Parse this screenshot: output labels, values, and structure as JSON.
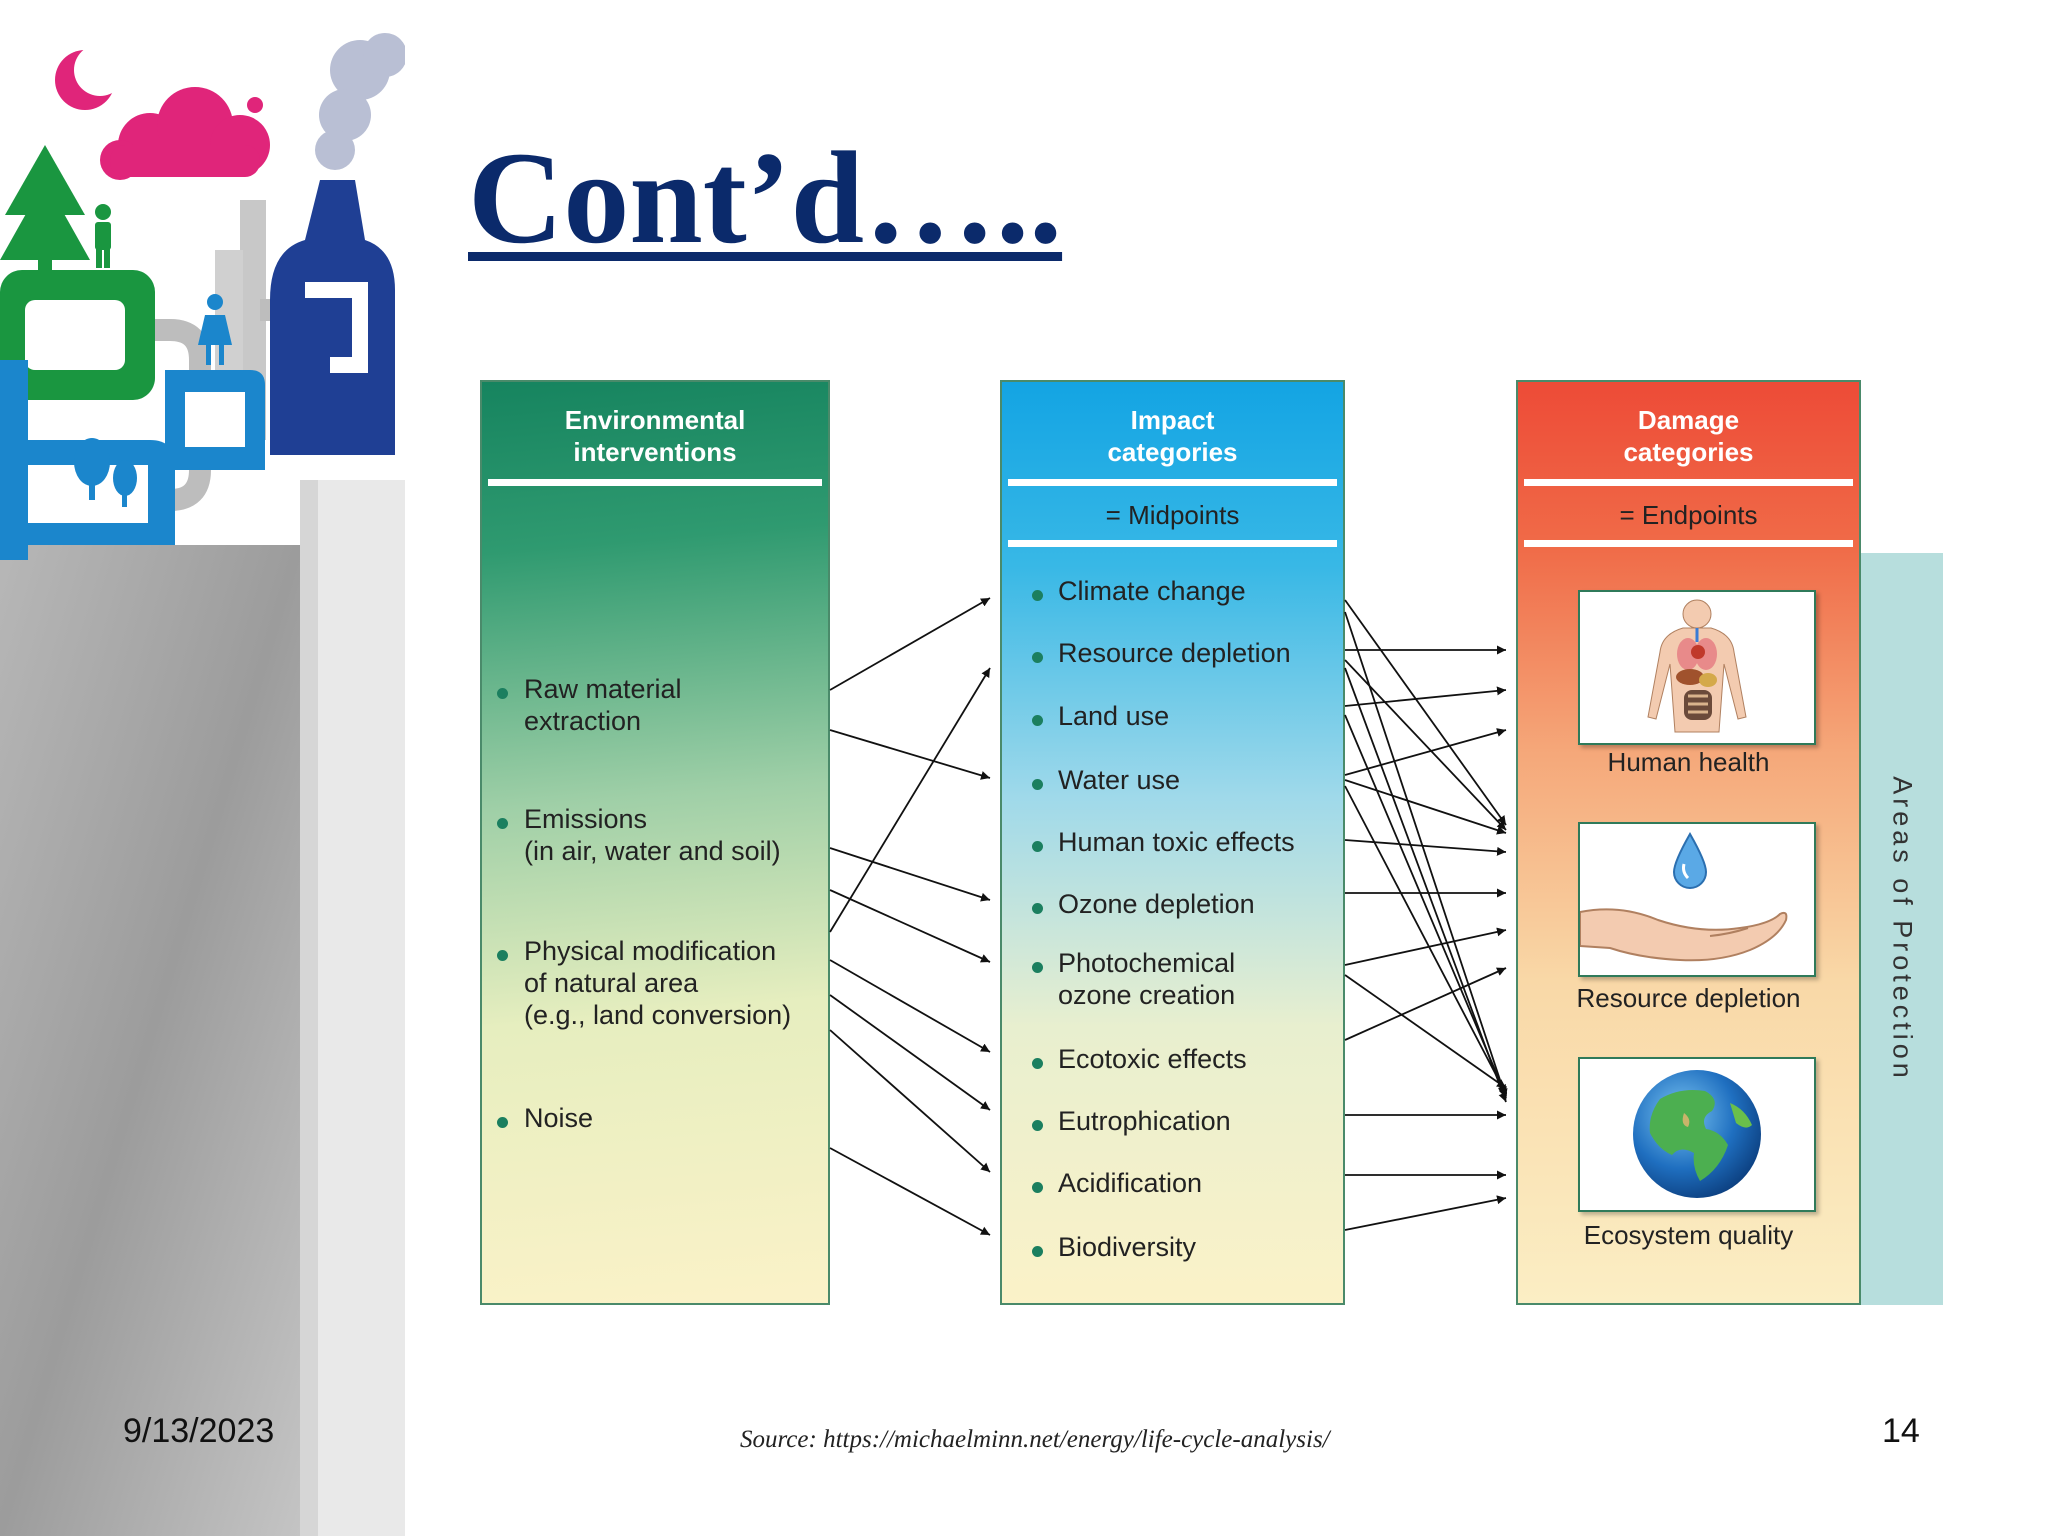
{
  "slide": {
    "title": "Cont’d…..",
    "date": "9/13/2023",
    "page_number": "14",
    "source": "Source: https://michaelminn.net/energy/life-cycle-analysis/"
  },
  "colors": {
    "title": "#0b2a6b",
    "env_header": "#16845f",
    "impact_header": "#13a4e3",
    "damage_header": "#ed4b37",
    "bullet": "#1b7f5f"
  },
  "diagram": {
    "environmental": {
      "header": [
        "Environmental",
        "interventions"
      ],
      "items": [
        {
          "lines": [
            "Raw material",
            "extraction"
          ]
        },
        {
          "lines": [
            "Emissions",
            "(in air, water and soil)"
          ]
        },
        {
          "lines": [
            "Physical modification",
            "of natural area",
            "(e.g., land conversion)"
          ]
        },
        {
          "lines": [
            "Noise"
          ]
        }
      ]
    },
    "impact": {
      "header": [
        "Impact",
        "categories"
      ],
      "subheader": "= Midpoints",
      "items": [
        {
          "lines": [
            "Climate change"
          ]
        },
        {
          "lines": [
            "Resource depletion"
          ]
        },
        {
          "lines": [
            "Land use"
          ]
        },
        {
          "lines": [
            "Water use"
          ]
        },
        {
          "lines": [
            "Human toxic effects"
          ]
        },
        {
          "lines": [
            "Ozone depletion"
          ]
        },
        {
          "lines": [
            "Photochemical",
            "ozone creation"
          ]
        },
        {
          "lines": [
            "Ecotoxic effects"
          ]
        },
        {
          "lines": [
            "Eutrophication"
          ]
        },
        {
          "lines": [
            "Acidification"
          ]
        },
        {
          "lines": [
            "Biodiversity"
          ]
        }
      ]
    },
    "damage": {
      "header": [
        "Damage",
        "categories"
      ],
      "subheader": "= Endpoints",
      "items": [
        {
          "label": "Human health",
          "icon": "human-body-icon"
        },
        {
          "label": "Resource depletion",
          "icon": "water-drop-hand-icon"
        },
        {
          "label": "Ecosystem quality",
          "icon": "globe-icon"
        }
      ]
    },
    "areas_label": "Areas of Protection"
  }
}
